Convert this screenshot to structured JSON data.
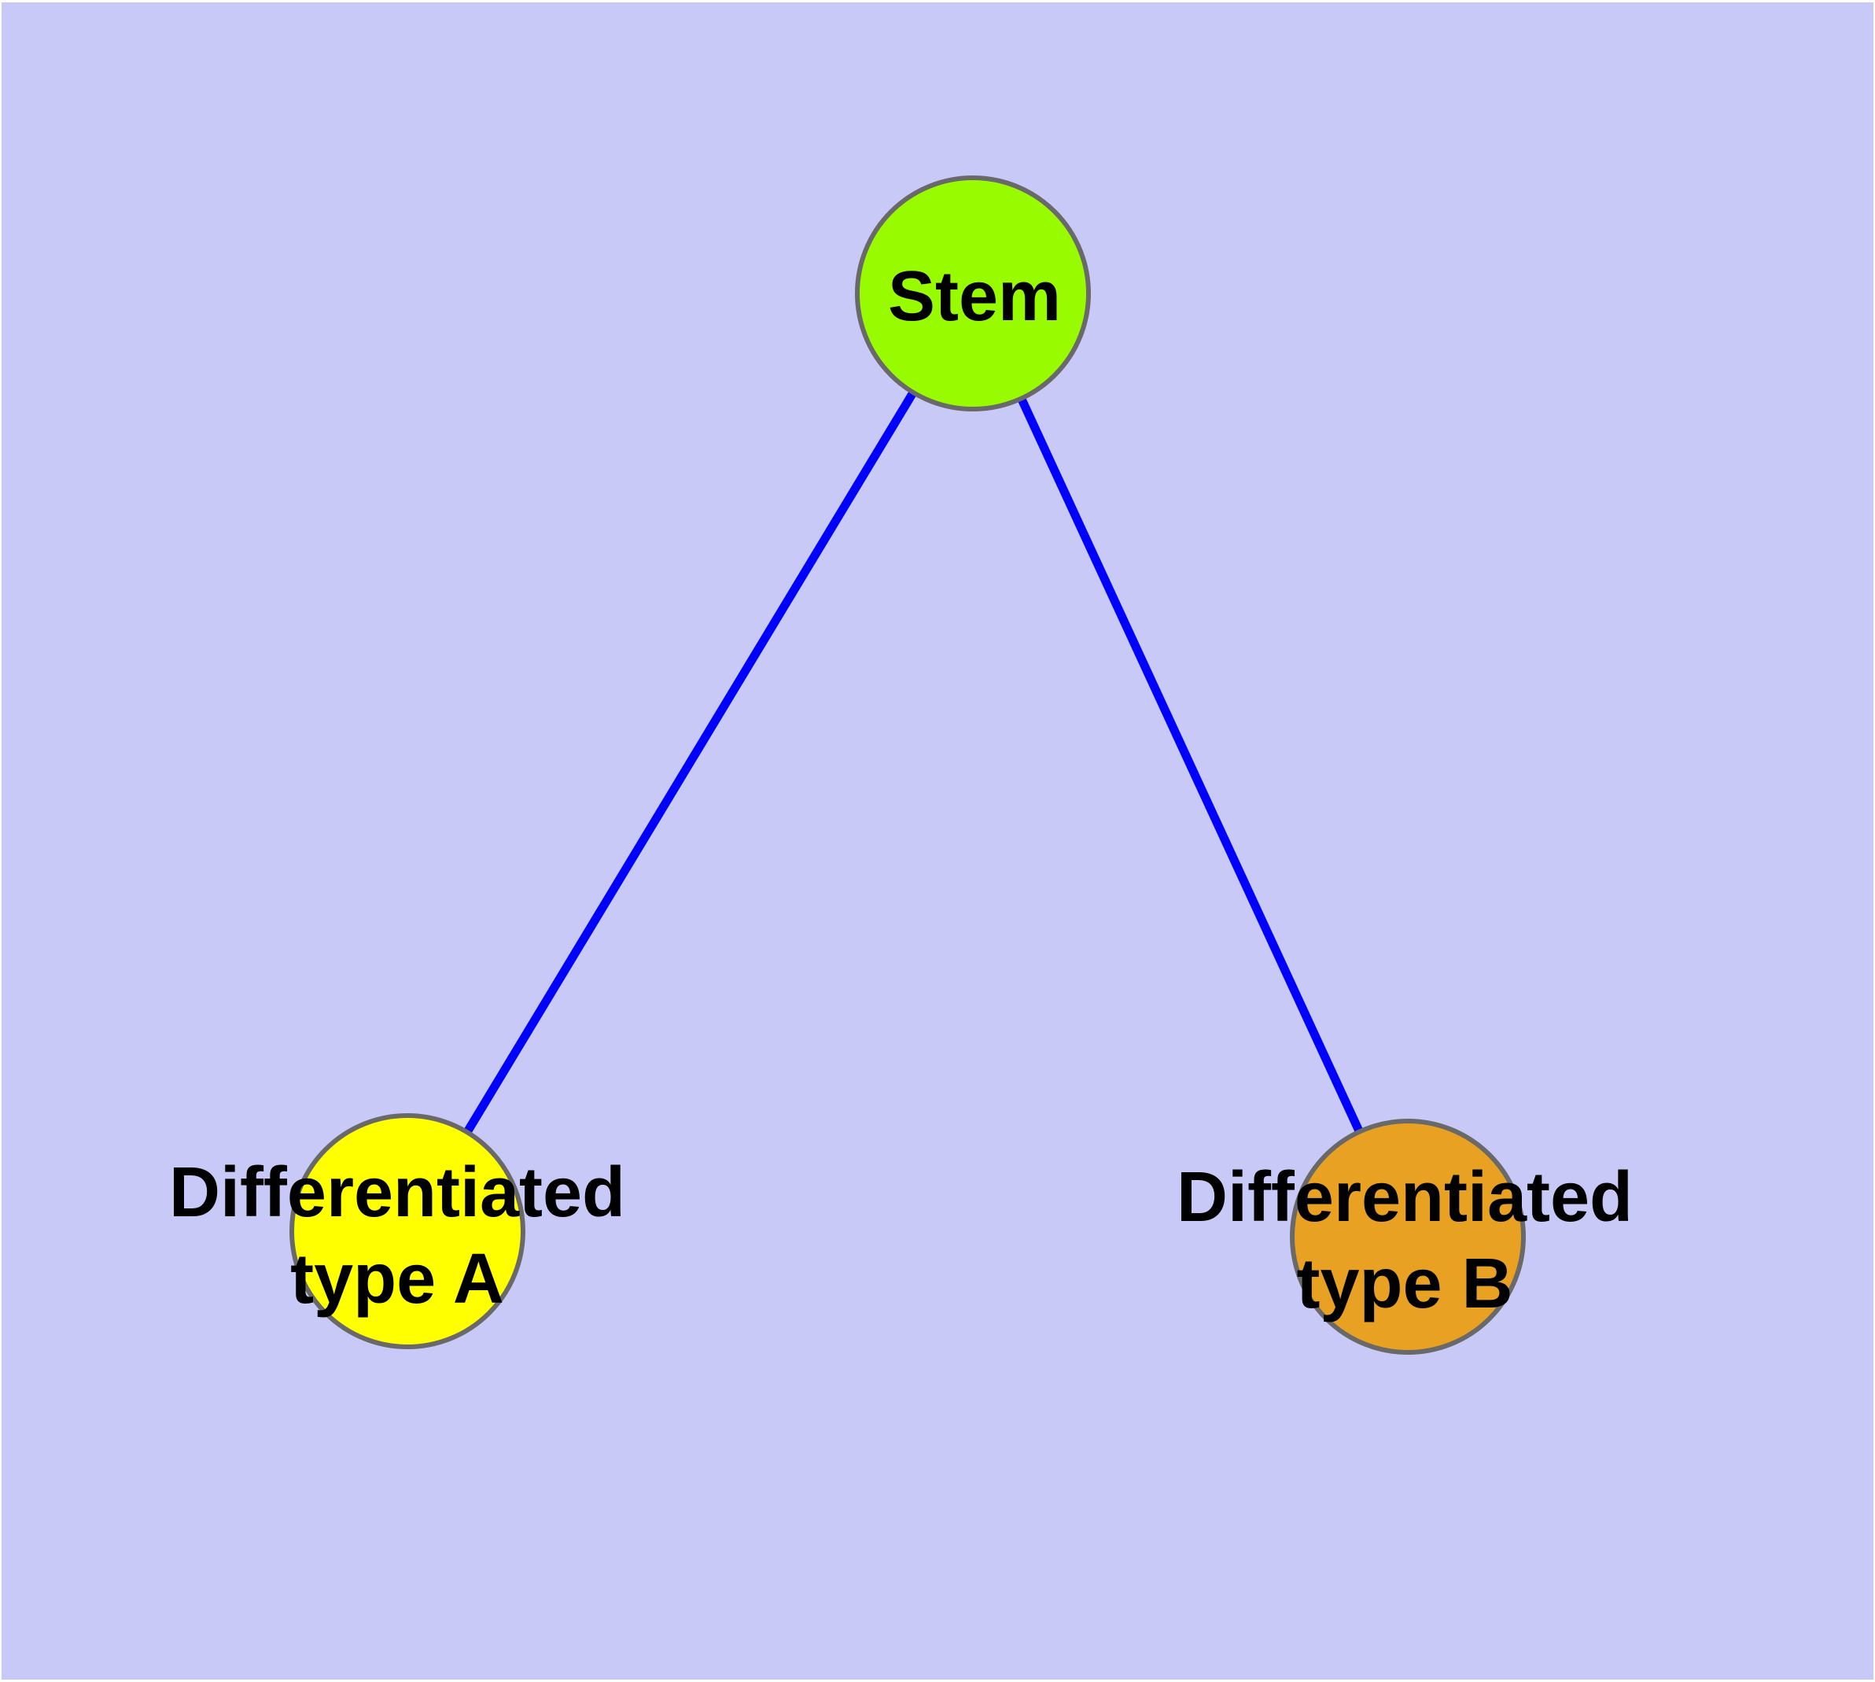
{
  "diagram": {
    "type": "node-link graph of cell differentiation",
    "background_color": "#C9C9F8",
    "frame_color": "#FFFFFF",
    "edge_color": "#0000FF",
    "node_border_color": "#696969",
    "label_color": "#000000",
    "nodes": [
      {
        "id": "stem",
        "label": "Stem",
        "label_lines": [
          "Stem"
        ],
        "fill": "#99FB00"
      },
      {
        "id": "differentiated-type-a",
        "label": "Differentiated type A",
        "label_lines": [
          "Differentiated",
          "type A"
        ],
        "fill": "#FFFF00"
      },
      {
        "id": "differentiated-type-b",
        "label": "Differentiated type B",
        "label_lines": [
          "Differentiated",
          "type B"
        ],
        "fill": "#E9A123"
      }
    ],
    "edges": [
      {
        "from": "Stem",
        "to": "Differentiated type A"
      },
      {
        "from": "Stem",
        "to": "Differentiated type B"
      }
    ]
  }
}
